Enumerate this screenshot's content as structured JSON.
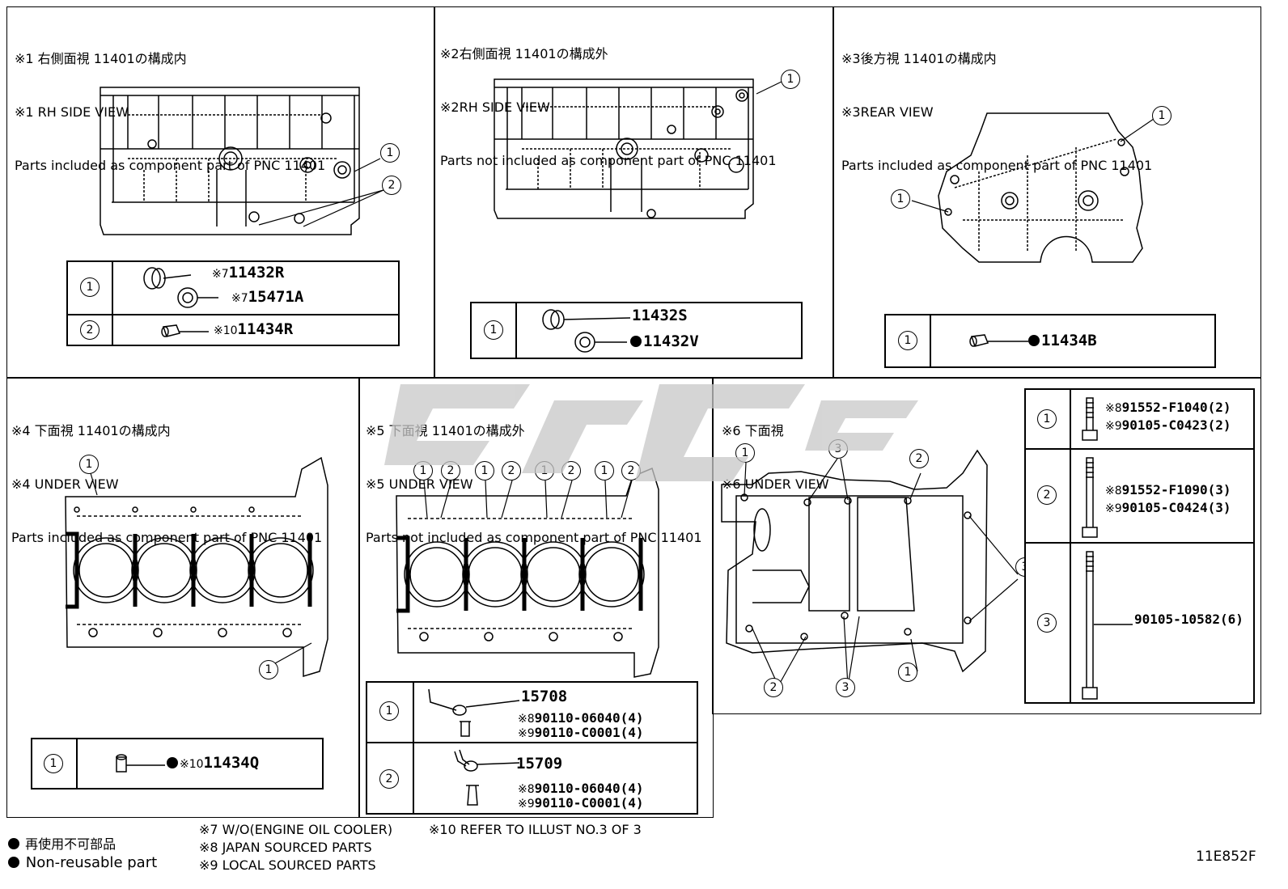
{
  "panels": {
    "p1": {
      "jp": "※1 右側面視 11401の構成内",
      "en": "※1 RH SIDE VIEW",
      "desc": "Parts included as component part of PNC 11401"
    },
    "p2": {
      "jp": "※2右側面視 11401の構成外",
      "en": "※2RH SIDE VIEW",
      "desc": "Parts not included as component part of PNC 11401"
    },
    "p3": {
      "jp": "※3後方視 11401の構成内",
      "en": "※3REAR VIEW",
      "desc": "Parts included as component part of PNC 11401"
    },
    "p4": {
      "jp": "※4 下面視 11401の構成内",
      "en": "※4 UNDER VIEW",
      "desc": "Parts included as component part of PNC 11401"
    },
    "p5": {
      "jp": "※5 下面視 11401の構成外",
      "en": "※5 UNDER VIEW",
      "desc": "Parts not included as component part of PNC 11401"
    },
    "p6": {
      "jp": "※6 下面視",
      "en": "※6 UNDER VIEW"
    }
  },
  "callout_numbers": {
    "one": "1",
    "two": "2",
    "three": "3"
  },
  "tables": {
    "t1": {
      "r1a_note": "※7",
      "r1a_pn": "11432R",
      "r1b_note": "※7",
      "r1b_pn": "15471A",
      "r2_note": "※10",
      "r2_pn": "11434R"
    },
    "t2": {
      "r1a_pn": "11432S",
      "r1b_pn": "11432V"
    },
    "t3": {
      "r1_pn": "11434B"
    },
    "t4": {
      "r1_note": "※10",
      "r1_pn": "11434Q"
    },
    "t5": {
      "r1_pn": "15708",
      "r1_l1_note": "※8",
      "r1_l1_pn": "90110-06040(4)",
      "r1_l2_note": "※9",
      "r1_l2_pn": "90110-C0001(4)",
      "r2_pn": "15709",
      "r2_l1_note": "※8",
      "r2_l1_pn": "90110-06040(4)",
      "r2_l2_note": "※9",
      "r2_l2_pn": "90110-C0001(4)"
    },
    "t6": {
      "r1_l1_note": "※8",
      "r1_l1_pn": "91552-F1040(2)",
      "r1_l2_note": "※9",
      "r1_l2_pn": "90105-C0423(2)",
      "r2_l1_note": "※8",
      "r2_l1_pn": "91552-F1090(3)",
      "r2_l2_note": "※9",
      "r2_l2_pn": "90105-C0424(3)",
      "r3_pn": "90105-10582(6)"
    }
  },
  "legend": {
    "jp": "再使用不可部品",
    "en": "Non-reusable part"
  },
  "notes": {
    "n7": "※7 W/O(ENGINE OIL COOLER)",
    "n8": "※8 JAPAN SOURCED PARTS",
    "n9": "※9 LOCAL SOURCED PARTS",
    "n10": "※10 REFER TO ILLUST NO.3 OF 3"
  },
  "code": "11E852F",
  "colors": {
    "line": "#000000",
    "watermark": "#c8c8c8"
  }
}
